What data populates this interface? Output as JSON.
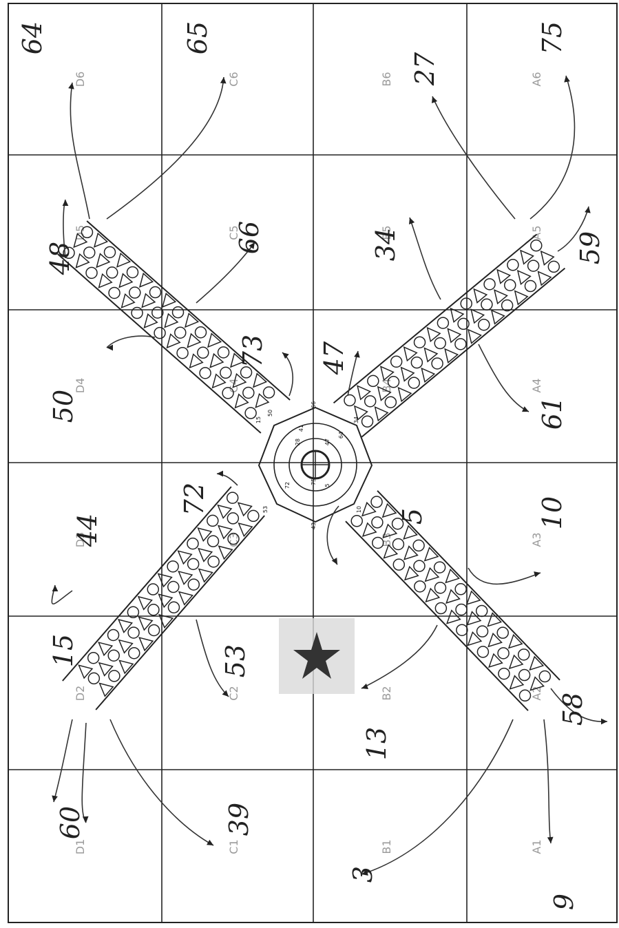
{
  "grid": {
    "cells": [
      {
        "id": "D6",
        "label": "D6"
      },
      {
        "id": "C6",
        "label": "C6"
      },
      {
        "id": "B6",
        "label": "B6"
      },
      {
        "id": "A6",
        "label": "A6"
      },
      {
        "id": "D5",
        "label": "D5"
      },
      {
        "id": "C5",
        "label": "C5"
      },
      {
        "id": "B5",
        "label": "B5"
      },
      {
        "id": "A5",
        "label": "A5"
      },
      {
        "id": "D4",
        "label": "D4"
      },
      {
        "id": "C4",
        "label": "C4"
      },
      {
        "id": "B4",
        "label": "B4"
      },
      {
        "id": "A4",
        "label": "A4"
      },
      {
        "id": "D3",
        "label": "D3"
      },
      {
        "id": "C3",
        "label": "C3"
      },
      {
        "id": "B3",
        "label": "B3"
      },
      {
        "id": "A3",
        "label": "A3"
      },
      {
        "id": "D2",
        "label": "D2"
      },
      {
        "id": "C2",
        "label": "C2"
      },
      {
        "id": "B2",
        "label": "B2"
      },
      {
        "id": "A2",
        "label": "A2"
      },
      {
        "id": "D1",
        "label": "D1"
      },
      {
        "id": "C1",
        "label": "C1"
      },
      {
        "id": "B1",
        "label": "B1"
      },
      {
        "id": "A1",
        "label": "A1"
      }
    ]
  },
  "handwritten_numbers": {
    "n64": "64",
    "n65": "65",
    "n27": "27",
    "n75": "75",
    "n48": "48",
    "n66": "66",
    "n34": "34",
    "n59": "59",
    "n50": "50",
    "n73": "73",
    "n47": "47",
    "n61": "61",
    "n44": "44",
    "n72": "72",
    "n5": "5",
    "n10": "10",
    "n15": "15",
    "n53": "53",
    "n13": "13",
    "n58": "58",
    "n60": "60",
    "n39": "39",
    "n3": "3",
    "n9": "9"
  },
  "hub_numbers": [
    "66",
    "34",
    "10",
    "43",
    "53",
    "15",
    "50",
    "28",
    "47",
    "72",
    "5",
    "64",
    "41",
    "75"
  ],
  "colors": {
    "star": "#3a3a3a",
    "star_highlight": "#d6d6d6",
    "ink": "#222222",
    "faint": "#9a9a9a"
  }
}
